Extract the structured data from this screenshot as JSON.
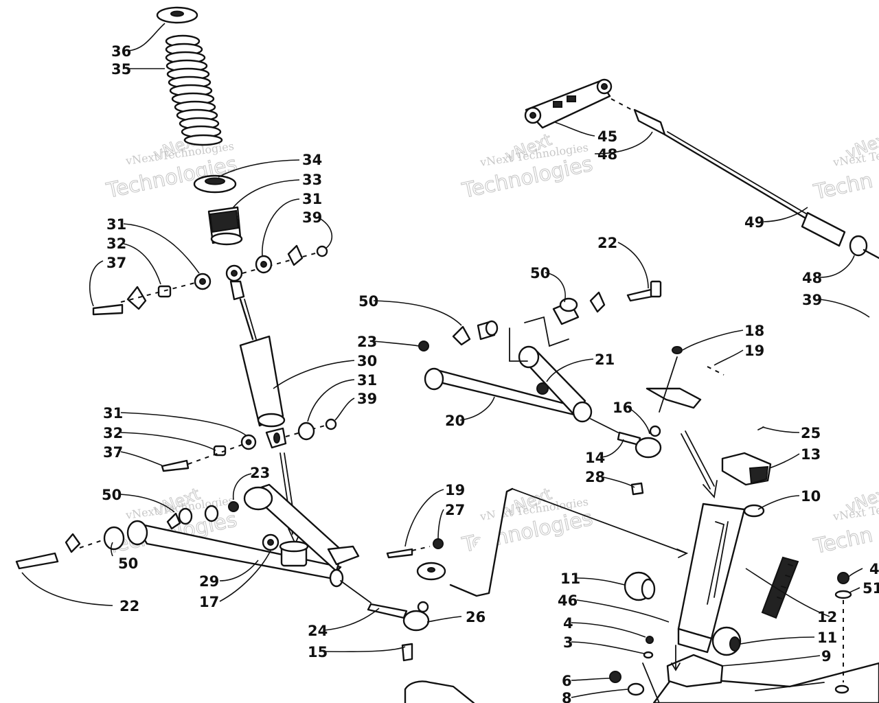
{
  "watermark": {
    "company": "vNext",
    "full": "vNext Technologies",
    "word": "Technologies",
    "cut_word": "Techn"
  },
  "callouts": {
    "c36": "36",
    "c35": "35",
    "c34": "34",
    "c33": "33",
    "c31a": "31",
    "c39a": "39",
    "c31b": "31",
    "c32a": "32",
    "c37a": "37",
    "c30": "30",
    "c31c": "31",
    "c39b": "39",
    "c31d": "31",
    "c32b": "32",
    "c37b": "37",
    "c23a": "23",
    "c50a": "50",
    "c50b": "50",
    "c22a": "22",
    "c29": "29",
    "c17": "17",
    "c24": "24",
    "c26": "26",
    "c15": "15",
    "c19a": "19",
    "c27": "27",
    "c45": "45",
    "c48a": "48",
    "c49": "49",
    "c48b": "48",
    "c39c": "39",
    "c22b": "22",
    "c50c": "50",
    "c50d": "50",
    "c23b": "23",
    "c21": "21",
    "c20": "20",
    "c18": "18",
    "c19b": "19",
    "c16": "16",
    "c14": "14",
    "c28": "28",
    "c25": "25",
    "c13": "13",
    "c10": "10",
    "c12": "12",
    "c11a": "11",
    "c46": "46",
    "c4a": "4",
    "c3": "3",
    "c11b": "11",
    "c9": "9",
    "c6": "6",
    "c8": "8",
    "c4b": "4",
    "c51": "51"
  }
}
